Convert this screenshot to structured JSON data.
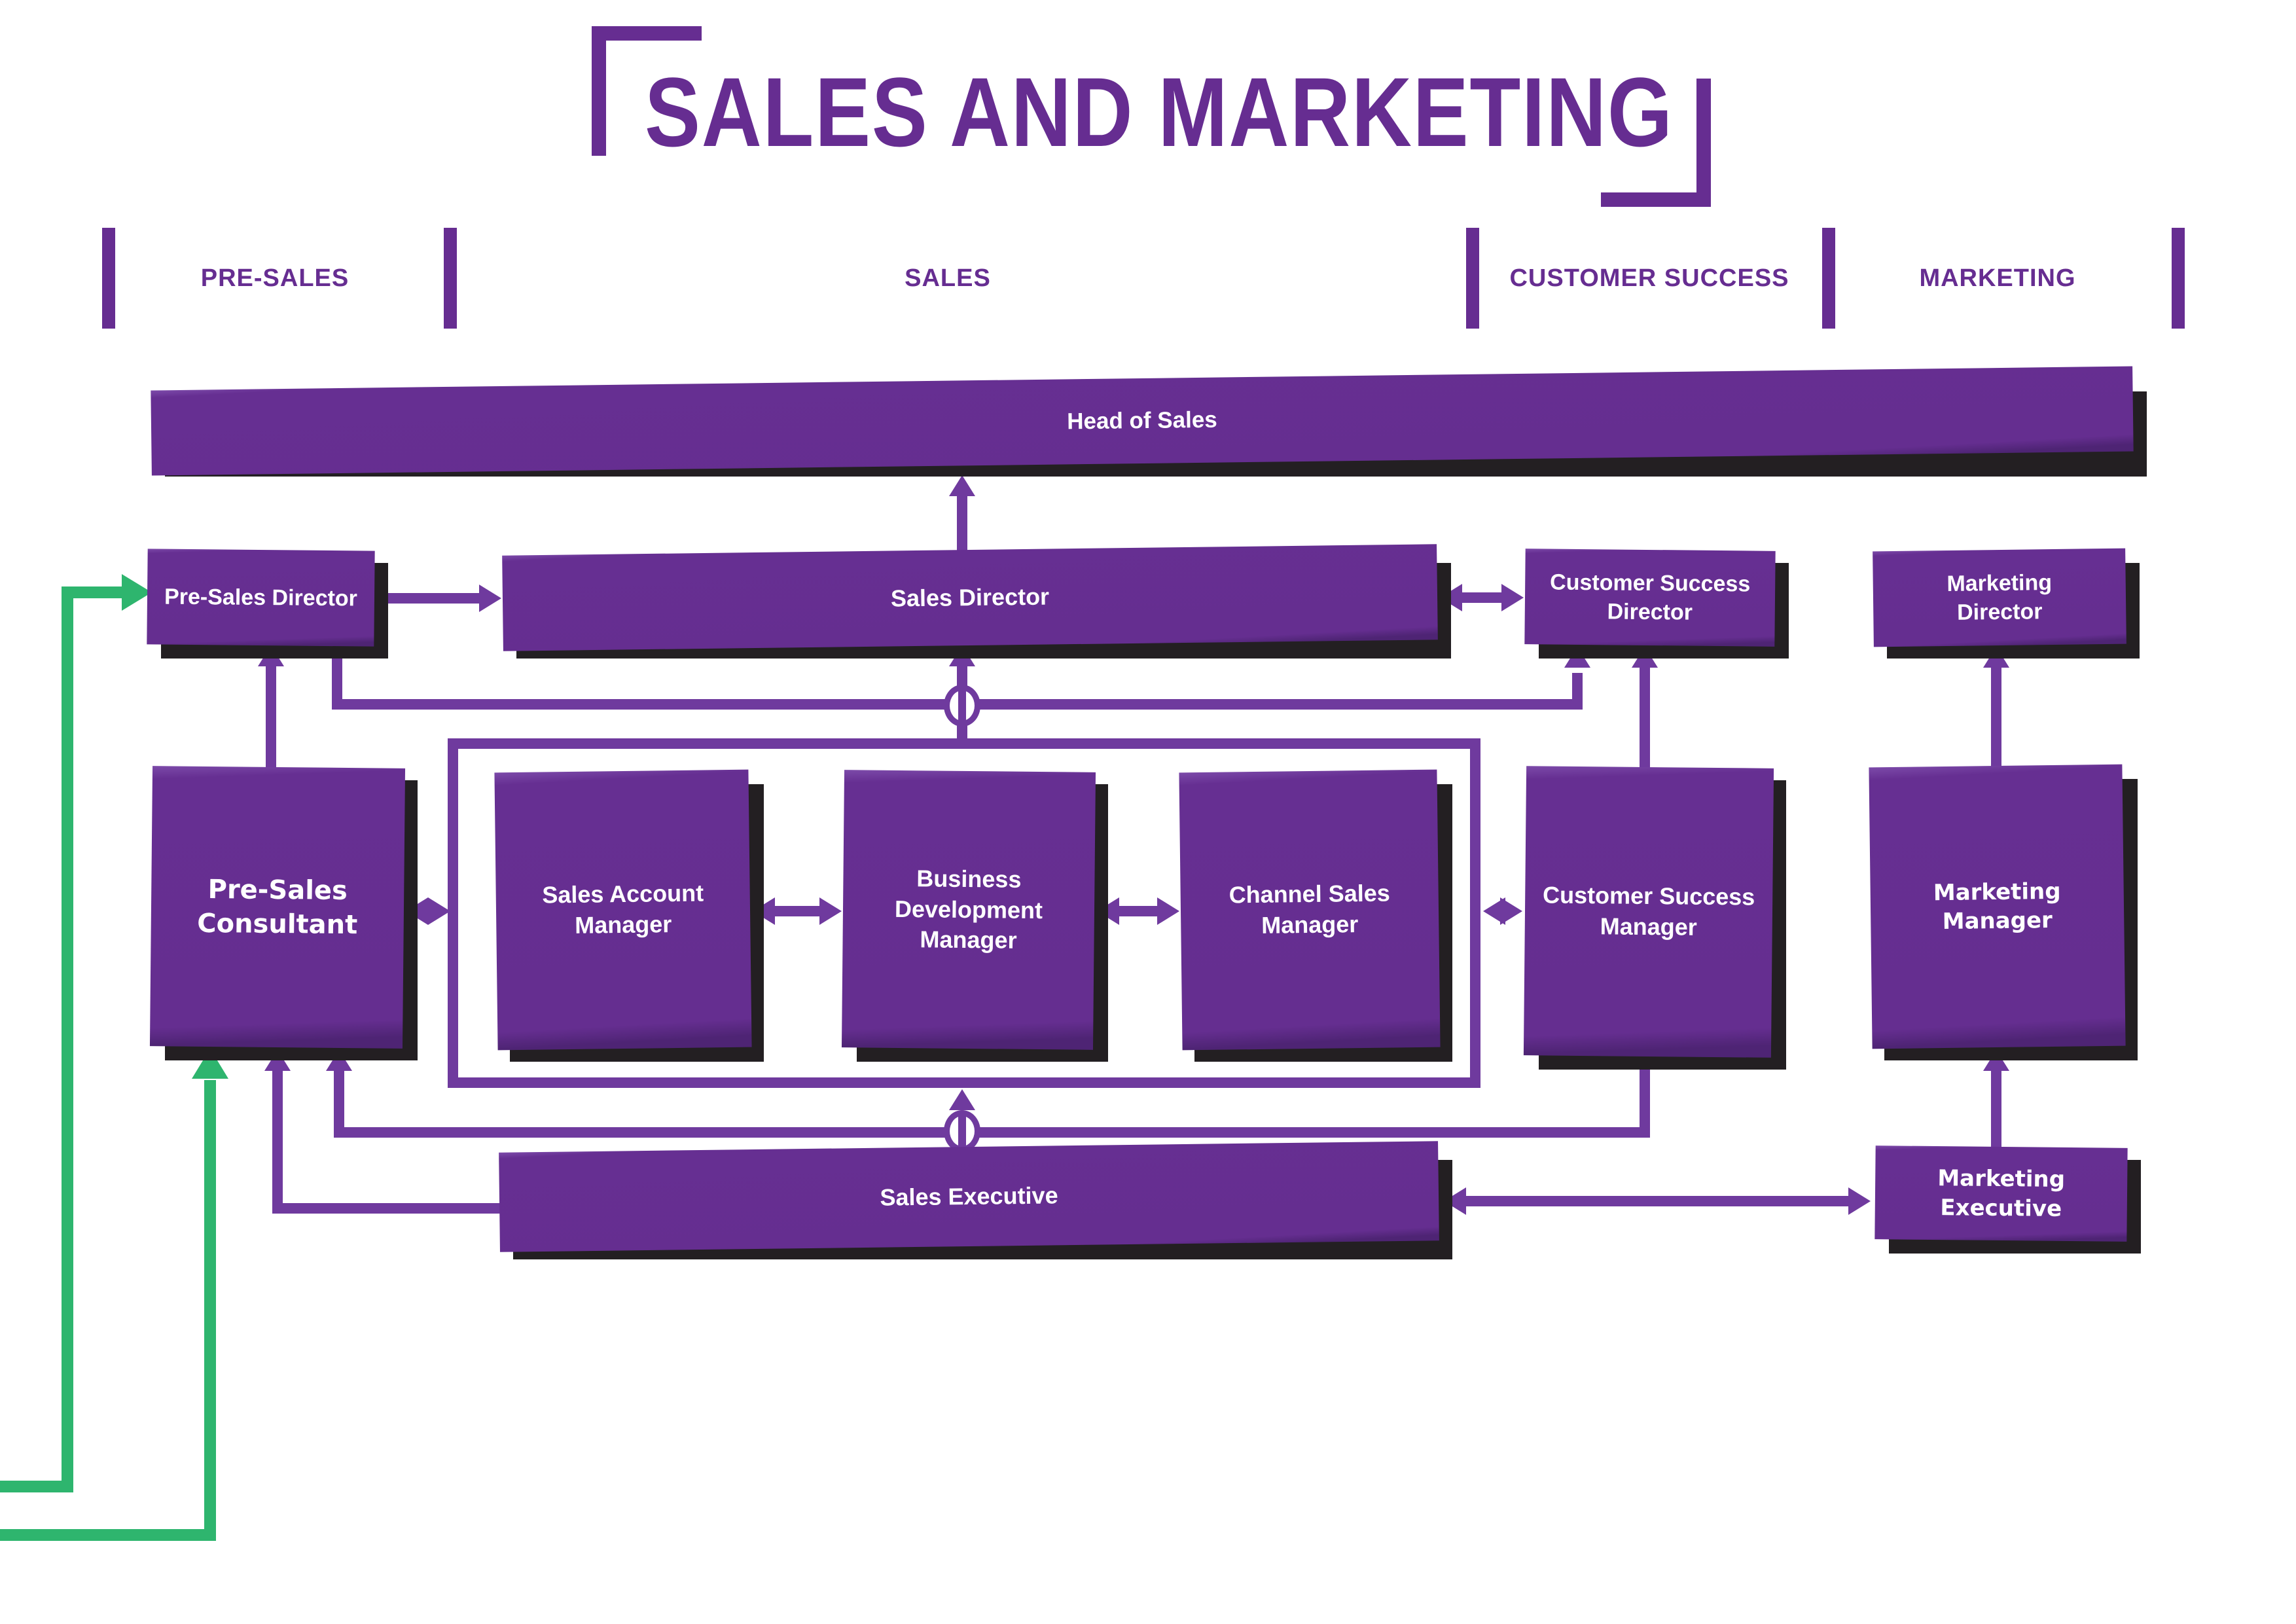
{
  "title": {
    "text": "SALES AND MARKETING"
  },
  "columns": [
    {
      "label": "PRE-SALES"
    },
    {
      "label": "SALES"
    },
    {
      "label": "CUSTOMER SUCCESS"
    },
    {
      "label": "MARKETING"
    }
  ],
  "nodes": {
    "head_of_sales": {
      "label": "Head of Sales"
    },
    "pre_sales_director": {
      "label": "Pre-Sales Director"
    },
    "sales_director": {
      "label": "Sales Director"
    },
    "customer_success_director": {
      "label": "Customer Success\nDirector"
    },
    "marketing_director": {
      "label": "Marketing\nDirector"
    },
    "pre_sales_consultant": {
      "label": "Pre-Sales\nConsultant"
    },
    "sales_account_manager": {
      "label": "Sales Account\nManager"
    },
    "business_development_manager": {
      "label": "Business\nDevelopment\nManager"
    },
    "channel_sales_manager": {
      "label": "Channel Sales\nManager"
    },
    "customer_success_manager": {
      "label": "Customer Success\nManager"
    },
    "marketing_manager": {
      "label": "Marketing Manager"
    },
    "sales_executive": {
      "label": "Sales Executive"
    },
    "marketing_executive": {
      "label": "Marketing\nExecutive"
    }
  },
  "colors": {
    "box_purple": "#652e90",
    "line_purple": "#6f3a9e",
    "accent_purple": "#662d91",
    "shadow_black": "#231f22",
    "green": "#2eb56e",
    "text_white": "#ffffff"
  }
}
